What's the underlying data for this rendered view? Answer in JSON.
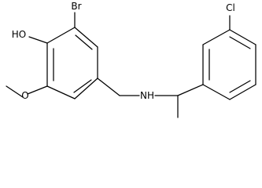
{
  "molecule": {
    "atoms": [
      {
        "id": "br",
        "label": "Br"
      },
      {
        "id": "oh",
        "label": "HO"
      },
      {
        "id": "nh",
        "label": "NH"
      },
      {
        "id": "cl",
        "label": "Cl"
      }
    ]
  }
}
